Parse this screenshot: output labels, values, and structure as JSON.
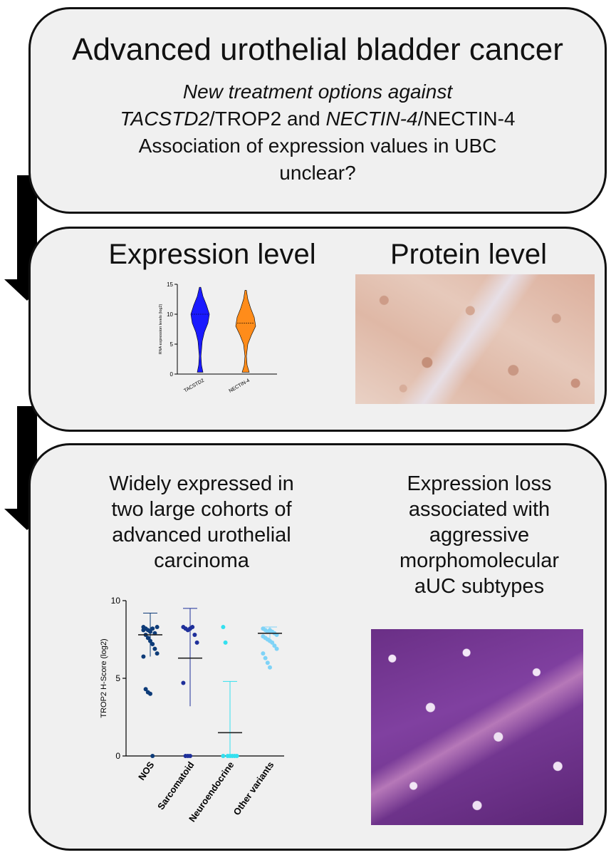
{
  "top": {
    "title": "Advanced urothelial bladder cancer",
    "line1": "New treatment options against",
    "line2_gene1": "TACSTD2",
    "line2_prot1": "/TROP2 and ",
    "line2_gene2": "NECTIN-4",
    "line2_prot2": "/NECTIN-4",
    "line3": "Association of expression values in UBC",
    "line4": "unclear?"
  },
  "middle": {
    "left_heading": "Expression level",
    "right_heading": "Protein level",
    "violin": {
      "ylabel": "RNA expression levels (log2)",
      "yticks": [
        "15",
        "10",
        "5",
        "0"
      ],
      "categories": [
        "TACSTD2",
        "NECTIN-4"
      ],
      "colors": [
        "#1a1aff",
        "#ff8c1a"
      ]
    }
  },
  "bottom": {
    "left_heading": [
      "Widely expressed in",
      "two large cohorts of",
      "advanced urothelial",
      "carcinoma"
    ],
    "right_heading": [
      "Expression loss",
      "associated with",
      "aggressive",
      "morphomolecular",
      "aUC subtypes"
    ],
    "colors": [
      "#0d3b78",
      "#1e2f9a",
      "#33e0ef",
      "#7fd3f7"
    ]
  },
  "chart_data": [
    {
      "type": "violin",
      "categories": [
        "TACSTD2",
        "NECTIN-4"
      ],
      "series": [
        {
          "values_median": [
            10,
            8.5
          ]
        }
      ],
      "ylabel": "RNA expression levels (log2)",
      "ylim": [
        0,
        15
      ],
      "yticks": [
        0,
        5,
        10,
        15
      ]
    },
    {
      "type": "scatter",
      "categories": [
        "NOS",
        "Sarcomatoid",
        "Neuroendocrine",
        "Other variants"
      ],
      "ylabel": "TROP2 H-Score (log2)",
      "yticks": [
        0,
        5,
        10
      ],
      "ylim": [
        0,
        10
      ],
      "mean": [
        7.8,
        6.3,
        1.5,
        7.9
      ],
      "error_low": [
        6.4,
        3.2,
        0,
        7.3
      ],
      "error_high": [
        9.2,
        9.5,
        4.8,
        8.3
      ],
      "points": [
        [
          8.3,
          8.2,
          8.1,
          8.0,
          8.2,
          7.9,
          8.3,
          8.1,
          7.8,
          7.6,
          7.4,
          7.2,
          6.9,
          6.6,
          6.4,
          4.3,
          4.1,
          4.0,
          0
        ],
        [
          8.3,
          8.2,
          8.1,
          8.2,
          8.3,
          7.8,
          7.3,
          4.7,
          0,
          0,
          0
        ],
        [
          8.3,
          7.3,
          0,
          0,
          0,
          0,
          0,
          0
        ],
        [
          8.2,
          8.1,
          8.0,
          8.1,
          8.0,
          7.9,
          7.8,
          7.7,
          7.6,
          7.5,
          7.4,
          7.3,
          7.1,
          6.9,
          6.6,
          6.3,
          6.0,
          5.7
        ]
      ]
    }
  ]
}
